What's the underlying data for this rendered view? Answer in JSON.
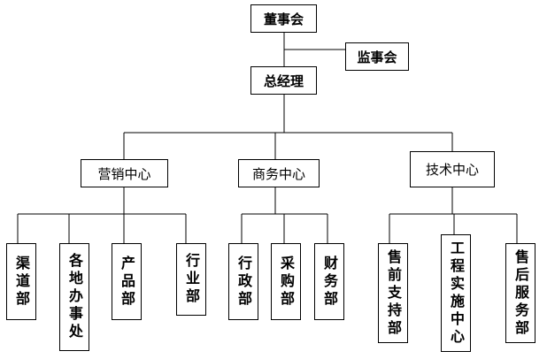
{
  "board": "董事会",
  "supervisors": "监事会",
  "general_manager": "总经理",
  "centers": {
    "marketing": {
      "name": "营销中心",
      "departments": [
        "渠道部",
        "各地办事处",
        "产品部",
        "行业部"
      ]
    },
    "business": {
      "name": "商务中心",
      "departments": [
        "行政部",
        "采购部",
        "财务部"
      ]
    },
    "technology": {
      "name": "技术中心",
      "departments": [
        "售前支持部",
        "工程实施中心",
        "售后服务部"
      ]
    }
  },
  "colors": {
    "line": "#000000",
    "box_border": "#000000",
    "background": "#ffffff"
  }
}
